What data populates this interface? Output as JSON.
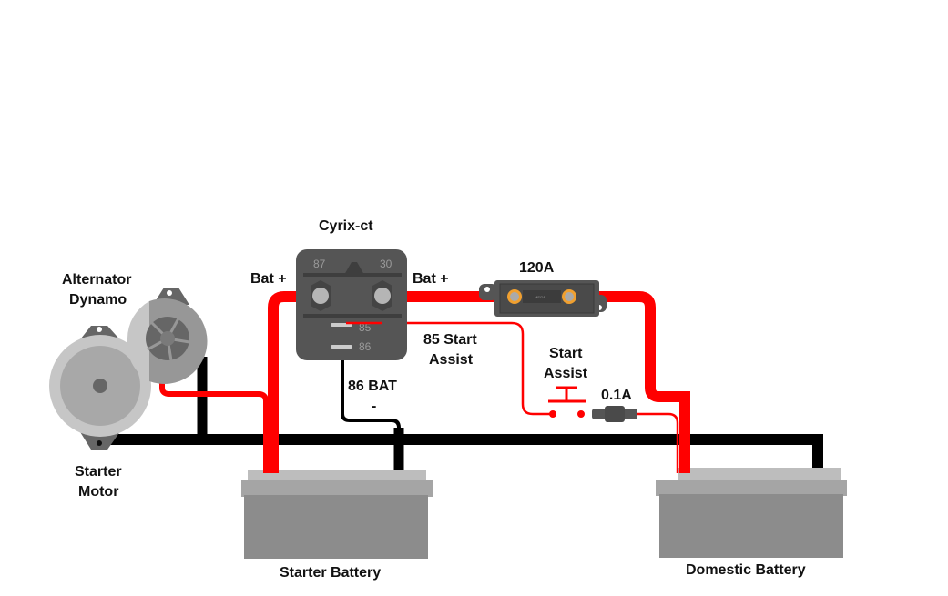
{
  "labels": {
    "relay_name": "Cyrix-ct",
    "bat_plus_left": "Bat +",
    "bat_plus_right": "Bat +",
    "main_fuse": "120A",
    "pin85_line1": "85 Start",
    "pin85_line2": "Assist",
    "switch_line1": "Start",
    "switch_line2": "Assist",
    "small_fuse": "0.1A",
    "pin86_line1": "86 BAT",
    "pin86_line2": "-",
    "alternator_line1": "Alternator",
    "alternator_line2": "Dynamo",
    "starter_line1": "Starter",
    "starter_line2": "Motor",
    "starter_battery": "Starter Battery",
    "domestic_battery": "Domestic Battery"
  },
  "relay_pins": {
    "p87": "87",
    "p30": "30",
    "p85": "85",
    "p86": "86"
  },
  "fuse_marking": "MEGA",
  "colors": {
    "positive": "#ff0000",
    "negative": "#000000",
    "component": "#555555",
    "battery": "#8c8c8c"
  }
}
